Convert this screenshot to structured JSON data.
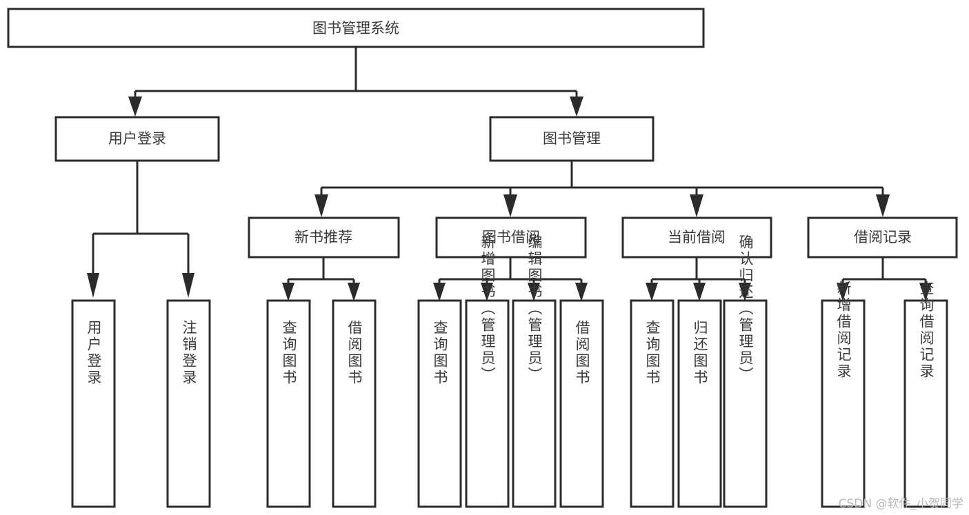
{
  "diagram": {
    "type": "tree",
    "title": "图书管理系统",
    "watermark": "CSDN @软件_小贺同学",
    "nodes": {
      "root": {
        "label": "图书管理系统"
      },
      "l2": [
        {
          "id": "user-login",
          "label": "用户登录"
        },
        {
          "id": "book-manage",
          "label": "图书管理"
        }
      ],
      "l3": [
        {
          "id": "new-book-rec",
          "label": "新书推荐"
        },
        {
          "id": "book-borrow",
          "label": "图书借阅"
        },
        {
          "id": "current-borrow",
          "label": "当前借阅"
        },
        {
          "id": "borrow-record",
          "label": "借阅记录"
        }
      ],
      "leaves": [
        {
          "id": "leaf-user-login",
          "label": "用户登录",
          "parent": "user-login"
        },
        {
          "id": "leaf-logout",
          "label": "注销登录",
          "parent": "user-login"
        },
        {
          "id": "leaf-query-book-1",
          "label": "查询图书",
          "parent": "new-book-rec"
        },
        {
          "id": "leaf-borrow-book-1",
          "label": "借阅图书",
          "parent": "new-book-rec"
        },
        {
          "id": "leaf-query-book-2",
          "label": "查询图书",
          "parent": "book-borrow"
        },
        {
          "id": "leaf-add-book",
          "label": "新增图书（管理员）",
          "parent": "book-borrow"
        },
        {
          "id": "leaf-edit-book",
          "label": "编辑图书（管理员）",
          "parent": "book-borrow"
        },
        {
          "id": "leaf-borrow-book-2",
          "label": "借阅图书",
          "parent": "book-borrow"
        },
        {
          "id": "leaf-query-book-3",
          "label": "查询图书",
          "parent": "current-borrow"
        },
        {
          "id": "leaf-return-book",
          "label": "归还图书",
          "parent": "current-borrow"
        },
        {
          "id": "leaf-confirm-return",
          "label": "确认归还（管理员）",
          "parent": "current-borrow"
        },
        {
          "id": "leaf-add-record",
          "label": "新增借阅记录",
          "parent": "borrow-record"
        },
        {
          "id": "leaf-query-record",
          "label": "查询借阅记录",
          "parent": "borrow-record"
        }
      ]
    },
    "colors": {
      "stroke": "#2b2b2b",
      "fill": "#ffffff",
      "text": "#3a3a3a",
      "watermark": "#b8b8b8"
    }
  }
}
